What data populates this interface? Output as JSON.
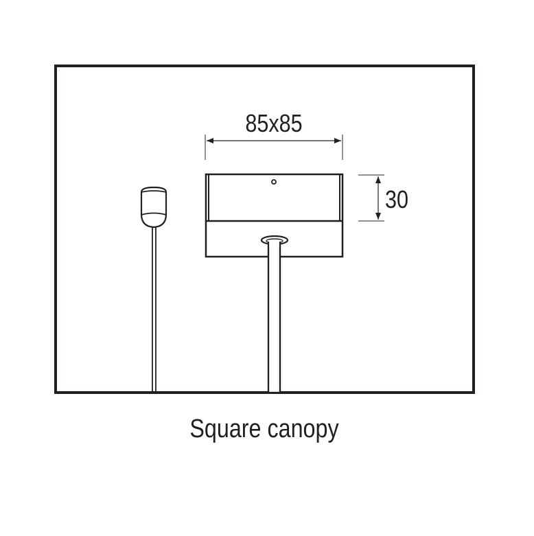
{
  "diagram": {
    "width_label": "85x85",
    "height_label": "30",
    "caption": "Square canopy"
  }
}
